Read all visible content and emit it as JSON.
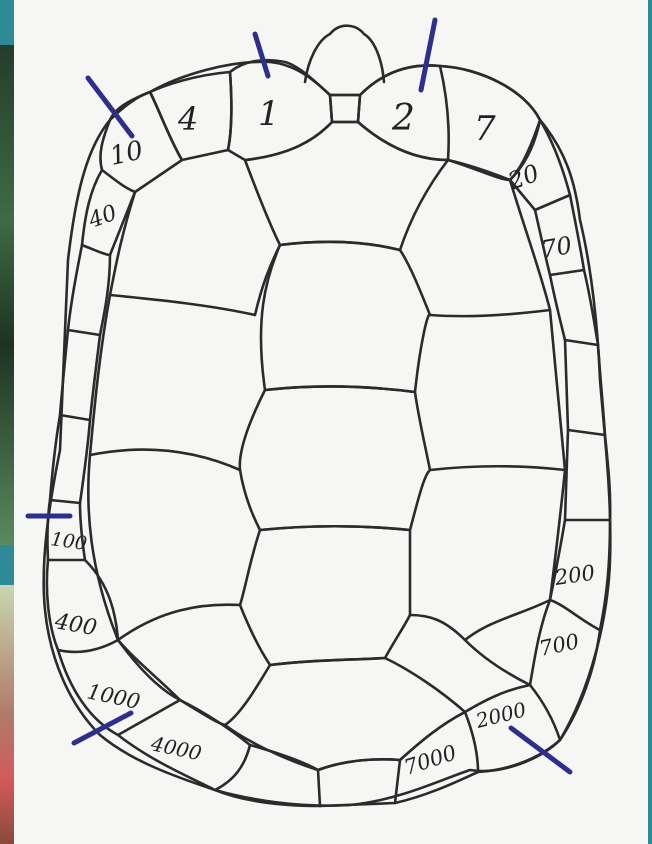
{
  "diagram": {
    "labels": {
      "center_left": "1",
      "center_right": "2",
      "top_left_4": "4",
      "top_right_7": "7",
      "left_10": "10",
      "left_40": "40",
      "right_20": "20",
      "right_70": "70",
      "left_100": "100",
      "left_400": "400",
      "left_1000": "1000",
      "bottom_4000": "4000",
      "right_200": "200",
      "right_700": "700",
      "right_2000": "2000",
      "bottom_7000": "7000"
    },
    "colors": {
      "marker": "#2d2f8f",
      "ink": "#2b2b2b",
      "paper": "#f6f6f4",
      "frame": "#2e8a98"
    }
  }
}
